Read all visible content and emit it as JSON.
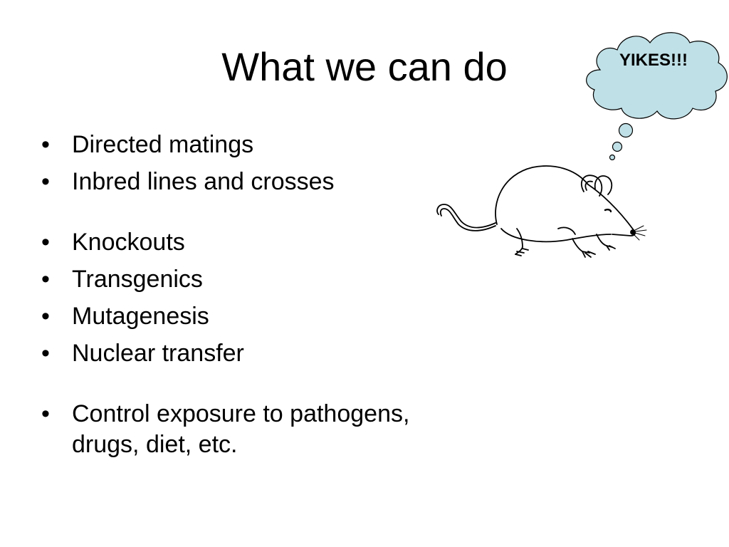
{
  "slide": {
    "title": "What we can do",
    "bullet_char": "•",
    "bullets": [
      "Directed matings",
      "Inbred lines and crosses",
      "Knockouts",
      "Transgenics",
      "Mutagenesis",
      "Nuclear transfer",
      "Control exposure to pathogens, drugs, diet, etc."
    ],
    "thought_bubble": {
      "text": "YIKES!!!",
      "fill_color": "#bfe0e6"
    },
    "illustration": {
      "icon": "mouse-icon"
    }
  }
}
